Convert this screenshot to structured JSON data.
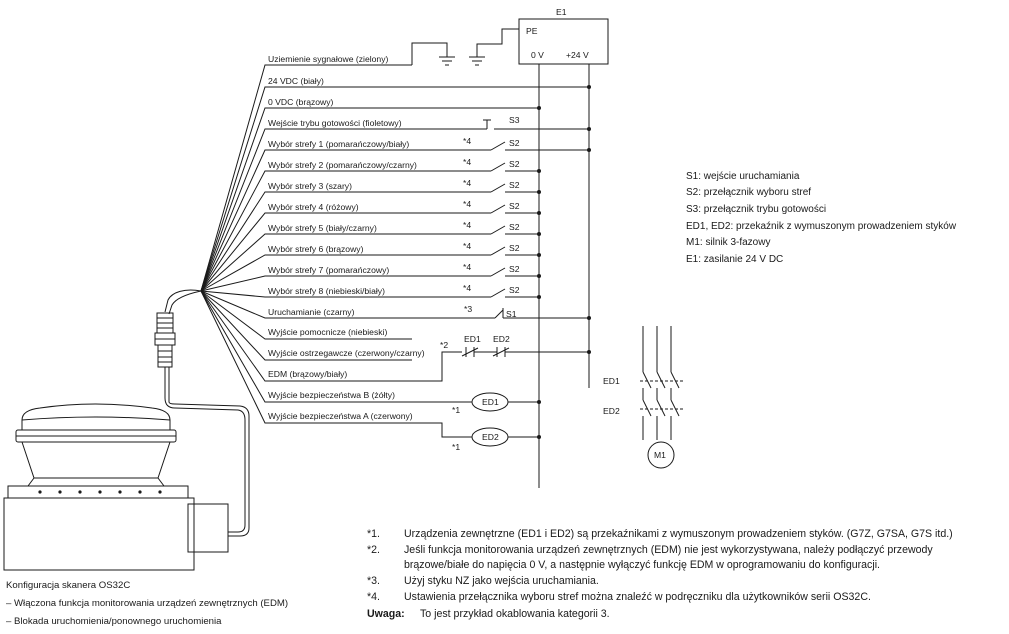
{
  "supply": {
    "name": "E1",
    "pe": "PE",
    "zero": "0 V",
    "plus": "+24 V"
  },
  "wires": [
    "Uziemienie sygnałowe (zielony)",
    "24 VDC (biały)",
    "0 VDC (brązowy)",
    "Wejście trybu gotowości (fioletowy)",
    "Wybór strefy 1 (pomarańczowy/biały)",
    "Wybór strefy 2 (pomarańczowy/czarny)",
    "Wybór strefy 3 (szary)",
    "Wybór strefy 4 (różowy)",
    "Wybór strefy 5 (biały/czarny)",
    "Wybór strefy 6 (brązowy)",
    "Wybór strefy 7 (pomarańczowy)",
    "Wybór strefy 8 (niebieski/biały)",
    "Uruchamianie (czarny)",
    "Wyjście pomocnicze (niebieski)",
    "Wyjście ostrzegawcze (czerwony/czarny)",
    "EDM (brązowy/biały)",
    "Wyjście bezpieczeństwa B (żółty)",
    "Wyjście bezpieczeństwa A (czerwony)"
  ],
  "switches": {
    "s3": "S3",
    "s2": "S2",
    "s1": "S1"
  },
  "marks": {
    "m4": "*4",
    "m3": "*3",
    "m2": "*2",
    "m1": "*1"
  },
  "relays": {
    "ed1": "ED1",
    "ed2": "ED2"
  },
  "motor": {
    "label": "M1",
    "ed1": "ED1",
    "ed2": "ED2"
  },
  "legend": [
    "S1: wejście uruchamiania",
    "S2: przełącznik wyboru stref",
    "S3: przełącznik trybu gotowości",
    "ED1, ED2: przekaźnik z wymuszonym prowadzeniem styków",
    "M1: silnik 3-fazowy",
    "E1: zasilanie 24 V DC"
  ],
  "footnotes": [
    {
      "mark": "*1.",
      "lines": [
        "Urządzenia zewnętrzne (ED1 i ED2) są przekaźnikami z wymuszonym prowadzeniem styków. (G7Z, G7SA, G7S itd.)"
      ]
    },
    {
      "mark": "*2.",
      "lines": [
        "Jeśli funkcja monitorowania urządzeń zewnętrznych (EDM) nie jest wykorzystywana, należy podłączyć przewody",
        "brązowe/białe do napięcia 0 V, a następnie wyłączyć funkcję EDM w oprogramowaniu do konfiguracji."
      ]
    },
    {
      "mark": "*3.",
      "lines": [
        "Użyj styku NZ jako wejścia uruchamiania."
      ]
    },
    {
      "mark": "*4.",
      "lines": [
        "Ustawienia przełącznika wyboru stref można znaleźć w podręczniku dla użytkowników serii OS32C."
      ]
    }
  ],
  "note": {
    "label": "Uwaga:",
    "text": "To jest przykład okablowania kategorii 3."
  },
  "config": {
    "title": "Konfiguracja skanera OS32C",
    "items": [
      "– Włączona funkcja monitorowania urządzeń zewnętrznych (EDM)",
      "– Blokada uruchomienia/ponownego uruchomienia"
    ]
  }
}
